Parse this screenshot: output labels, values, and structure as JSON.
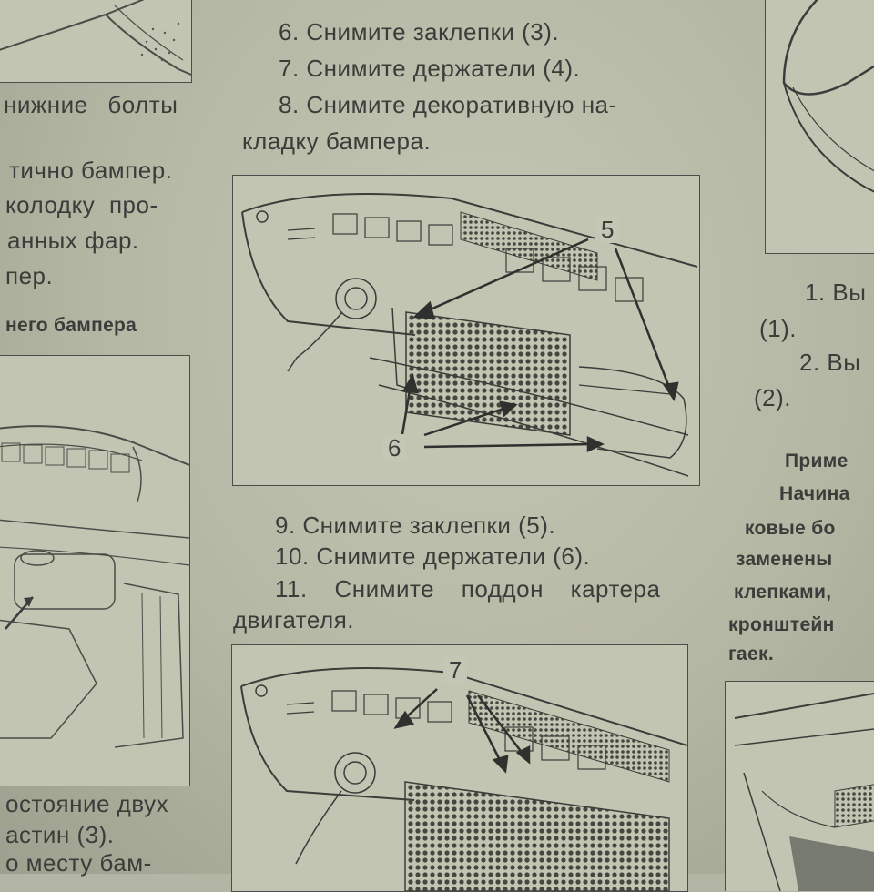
{
  "left_column": {
    "lines": [
      "нижние болты",
      "тично бампер.",
      "колодку про-",
      "анных фар.",
      "пер."
    ],
    "heading": "него бампера",
    "bottom_lines": [
      "остояние двух",
      "астин (3).",
      "о месту бам-"
    ]
  },
  "center_column": {
    "steps_top": [
      "6. Снимите заклепки (3).",
      "7. Снимите держатели (4).",
      "8. Снимите декоративную на-",
      "кладку бампера."
    ],
    "figure1": {
      "callout_top": "5",
      "callout_bottom": "6"
    },
    "steps_mid": [
      "9. Снимите заклепки (5).",
      "10. Снимите держатели (6).",
      "11. Снимите поддон картера",
      "двигателя."
    ],
    "figure2": {
      "callout_top": "7"
    }
  },
  "right_column": {
    "items": [
      "1. Вы",
      "(1).",
      "2. Вы",
      "(2)."
    ],
    "note_lines": [
      "Приме",
      "Начина",
      "ковые бо",
      "заменены",
      "клепками,",
      "кронштейн",
      "гаек."
    ]
  }
}
